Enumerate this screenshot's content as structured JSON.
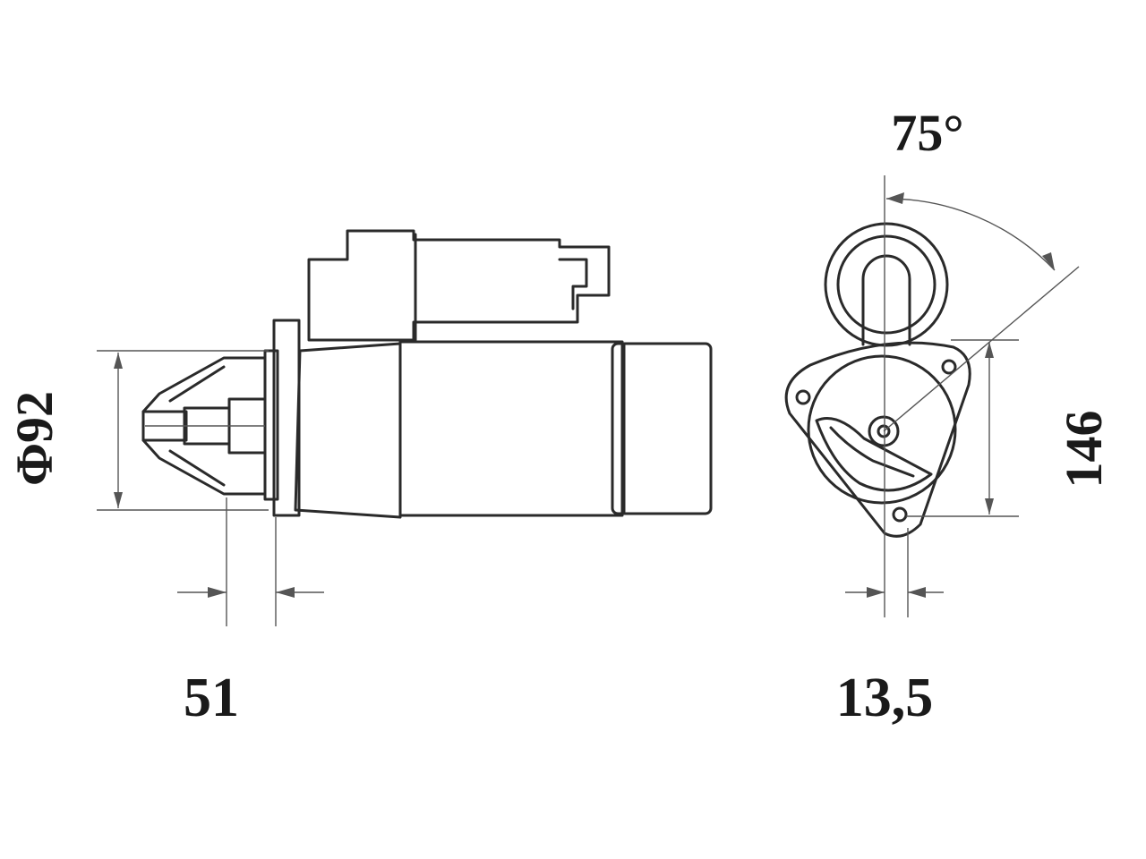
{
  "dimensions": {
    "diameter": "Φ92",
    "length": "51",
    "angle": "75°",
    "height": "146",
    "offset": "13,5"
  },
  "colors": {
    "line": "#2a2a2a",
    "dimension_line": "#555555",
    "text": "#1a1a1a",
    "background": "#ffffff"
  }
}
